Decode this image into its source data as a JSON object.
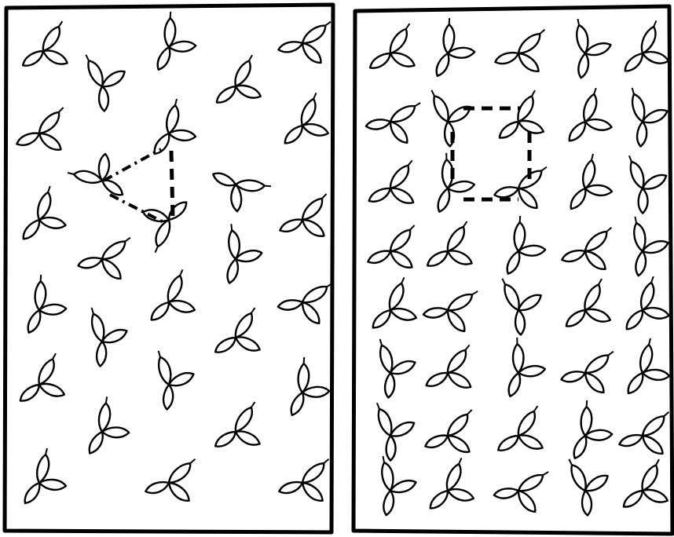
{
  "colors": {
    "ink": "#000000",
    "paper": "#ffffff"
  },
  "icon": "trefoil-leaf-icon",
  "panels": [
    {
      "name": "left-panel",
      "arrangement": "irregular",
      "motif": "triangle"
    },
    {
      "name": "right-panel",
      "arrangement": "grid",
      "motif": "square"
    }
  ]
}
